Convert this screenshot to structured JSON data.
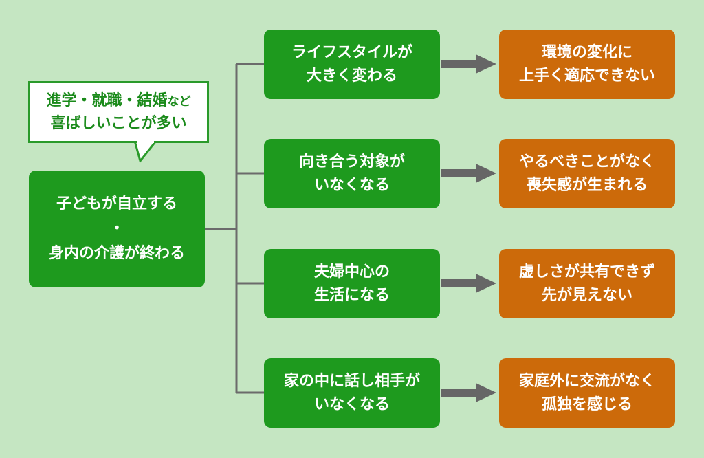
{
  "bubble": {
    "line1": "進学・就職・結婚",
    "line1_small": "など",
    "line2": "喜ばしいことが多い"
  },
  "main": {
    "line1": "子どもが自立する",
    "line2": "・",
    "line3": "身内の介護が終わる"
  },
  "causes": [
    {
      "line1": "ライフスタイルが",
      "line2": "大きく変わる"
    },
    {
      "line1": "向き合う対象が",
      "line2": "いなくなる"
    },
    {
      "line1": "夫婦中心の",
      "line2": "生活になる"
    },
    {
      "line1": "家の中に話し相手が",
      "line2": "いなくなる"
    }
  ],
  "effects": [
    {
      "line1": "環境の変化に",
      "line2": "上手く適応できない"
    },
    {
      "line1": "やるべきことがなく",
      "line2": "喪失感が生まれる"
    },
    {
      "line1": "虚しさが共有できず",
      "line2": "先が見えない"
    },
    {
      "line1": "家庭外に交流がなく",
      "line2": "孤独を感じる"
    }
  ],
  "colors": {
    "background": "#c5e6c2",
    "green_box": "#1e9a1e",
    "orange_box": "#cc6a0a",
    "connector": "#6b6b6b",
    "arrow": "#666666",
    "bubble_border": "#2a9a2a",
    "bubble_text": "#1a8a1a"
  }
}
